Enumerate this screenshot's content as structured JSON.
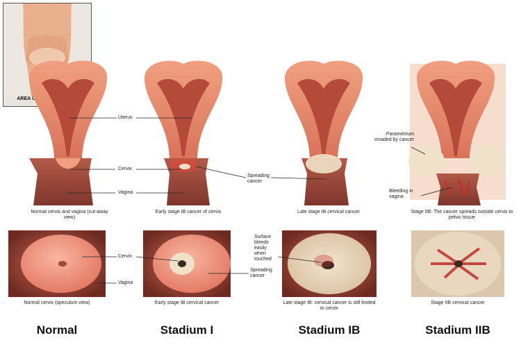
{
  "inset": {
    "caption": "AREA OF ENLARGEMENT"
  },
  "labels": {
    "uterus": "Uterus",
    "cervix": "Cervix",
    "vagina": "Vagina",
    "spreading_cancer": "Spreading cancer",
    "parametrium": "Parametrium invaded by cancer",
    "bleeding": "Bleeding in vagina",
    "cervix_bottom": "Cervix",
    "vagina_bottom": "Vagina",
    "surface_bleeds": "Surface bleeds easily when touched",
    "spreading_cancer_bottom": "Spreading cancer"
  },
  "captions_top": [
    "Normal cervix and vagina (cut-away view)",
    "Early stage IB cancer of cervix",
    "Late stage IB cervical cancer",
    "Stage IIB: The cancer spreads outside cervix to pelvic tissue"
  ],
  "captions_bottom": [
    "Normal cervix (speculum view)",
    "Early stage IB cervical cancer",
    "Late stage IB: cervical cancer is still limited to cervix",
    "Stage IIB cervical cancer"
  ],
  "stages": [
    "Normal",
    "Stadium I",
    "Stadium IB",
    "Stadium IIB"
  ],
  "colors": {
    "tissue": "#e8856c",
    "tissue_dark": "#c85a44",
    "vagina": "#9c4a3c",
    "cancer": "#efe2c8",
    "blood": "#c0302a"
  }
}
